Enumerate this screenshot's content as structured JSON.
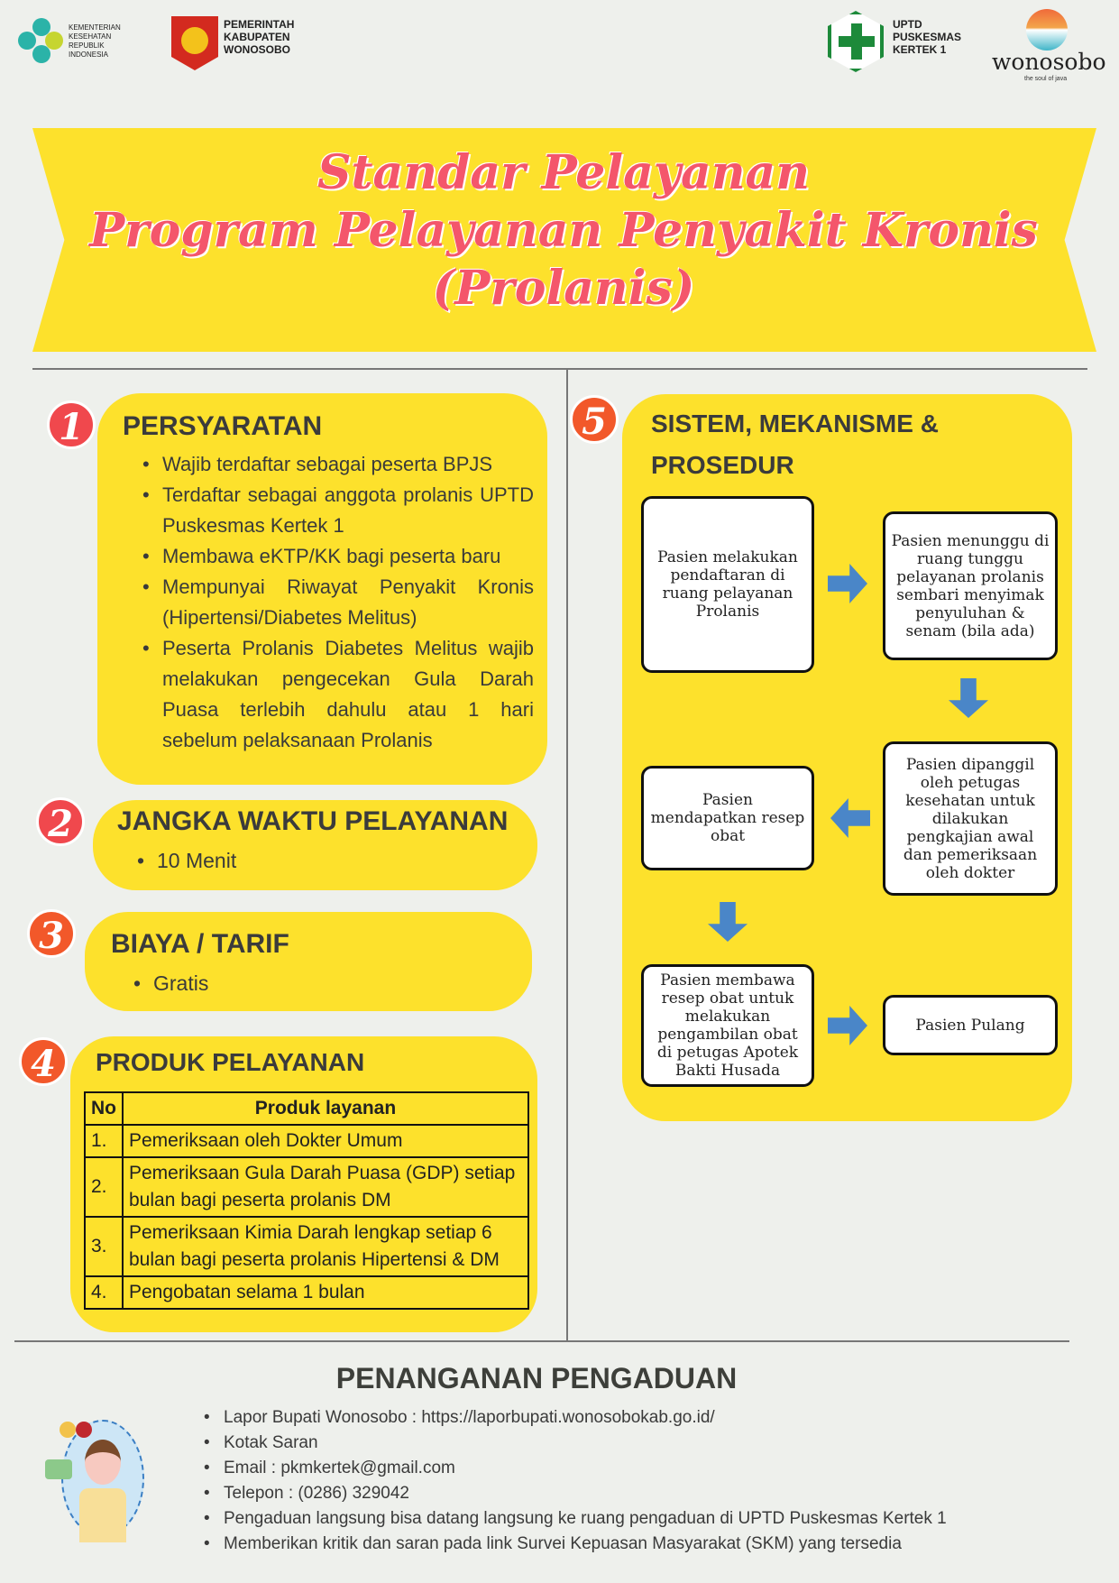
{
  "logos": {
    "kemenkes": "KEMENTERIAN KESEHATAN REPUBLIK INDONESIA",
    "pemkab": [
      "PEMERINTAH",
      "KABUPATEN",
      "WONOSOBO"
    ],
    "puskesmas": [
      "UPTD",
      "PUSKESMAS",
      "KERTEK 1"
    ],
    "wonosobo": "wonosobo",
    "wonosobo_tag": "the soul of java"
  },
  "title": {
    "line1": "Standar Pelayanan",
    "line2": "Program Pelayanan Penyakit Kronis",
    "line3": "(Prolanis)"
  },
  "sections": {
    "s1": {
      "num": "1",
      "heading": "PERSYARATAN",
      "items": [
        "Wajib terdaftar sebagai peserta BPJS",
        "Terdaftar sebagai anggota prolanis UPTD Puskesmas Kertek 1",
        "Membawa eKTP/KK bagi peserta baru",
        "Mempunyai Riwayat Penyakit Kronis (Hipertensi/Diabetes Melitus)",
        "Peserta Prolanis Diabetes Melitus wajib melakukan pengecekan Gula Darah Puasa terlebih dahulu atau 1 hari sebelum pelaksanaan Prolanis"
      ]
    },
    "s2": {
      "num": "2",
      "heading": "JANGKA WAKTU PELAYANAN",
      "items": [
        "10 Menit"
      ]
    },
    "s3": {
      "num": "3",
      "heading": "BIAYA / TARIF",
      "items": [
        "Gratis"
      ]
    },
    "s4": {
      "num": "4",
      "heading": "PRODUK PELAYANAN",
      "table": {
        "headers": [
          "No",
          "Produk layanan"
        ],
        "rows": [
          [
            "1.",
            "Pemeriksaan oleh Dokter Umum"
          ],
          [
            "2.",
            "Pemeriksaan Gula Darah Puasa (GDP) setiap bulan bagi peserta prolanis DM"
          ],
          [
            "3.",
            "Pemeriksaan Kimia Darah lengkap setiap 6 bulan bagi peserta prolanis Hipertensi & DM"
          ],
          [
            "4.",
            "Pengobatan selama 1 bulan"
          ]
        ]
      }
    },
    "s5": {
      "num": "5",
      "heading1": "SISTEM, MEKANISME &",
      "heading2": "PROSEDUR",
      "steps": [
        "Pasien melakukan pendaftaran di ruang pelayanan Prolanis",
        "Pasien menunggu di ruang tunggu pelayanan prolanis sembari menyimak penyuluhan & senam (bila ada)",
        "Pasien dipanggil oleh petugas kesehatan untuk dilakukan pengkajian awal dan pemeriksaan oleh dokter",
        "Pasien mendapatkan resep obat",
        "Pasien membawa resep obat untuk melakukan pengambilan obat di petugas Apotek Bakti Husada",
        "Pasien Pulang"
      ]
    }
  },
  "complaints": {
    "heading": "PENANGANAN PENGADUAN",
    "items": [
      "Lapor Bupati Wonosobo : https://laporbupati.wonosobokab.go.id/",
      "Kotak Saran",
      "Email : pkmkertek@gmail.com",
      "Telepon : (0286) 329042",
      "Pengaduan langsung bisa datang langsung ke ruang pengaduan di UPTD Puskesmas Kertek 1",
      "Memberikan kritik dan saran pada link Survei Kepuasan Masyarakat (SKM) yang tersedia"
    ]
  }
}
